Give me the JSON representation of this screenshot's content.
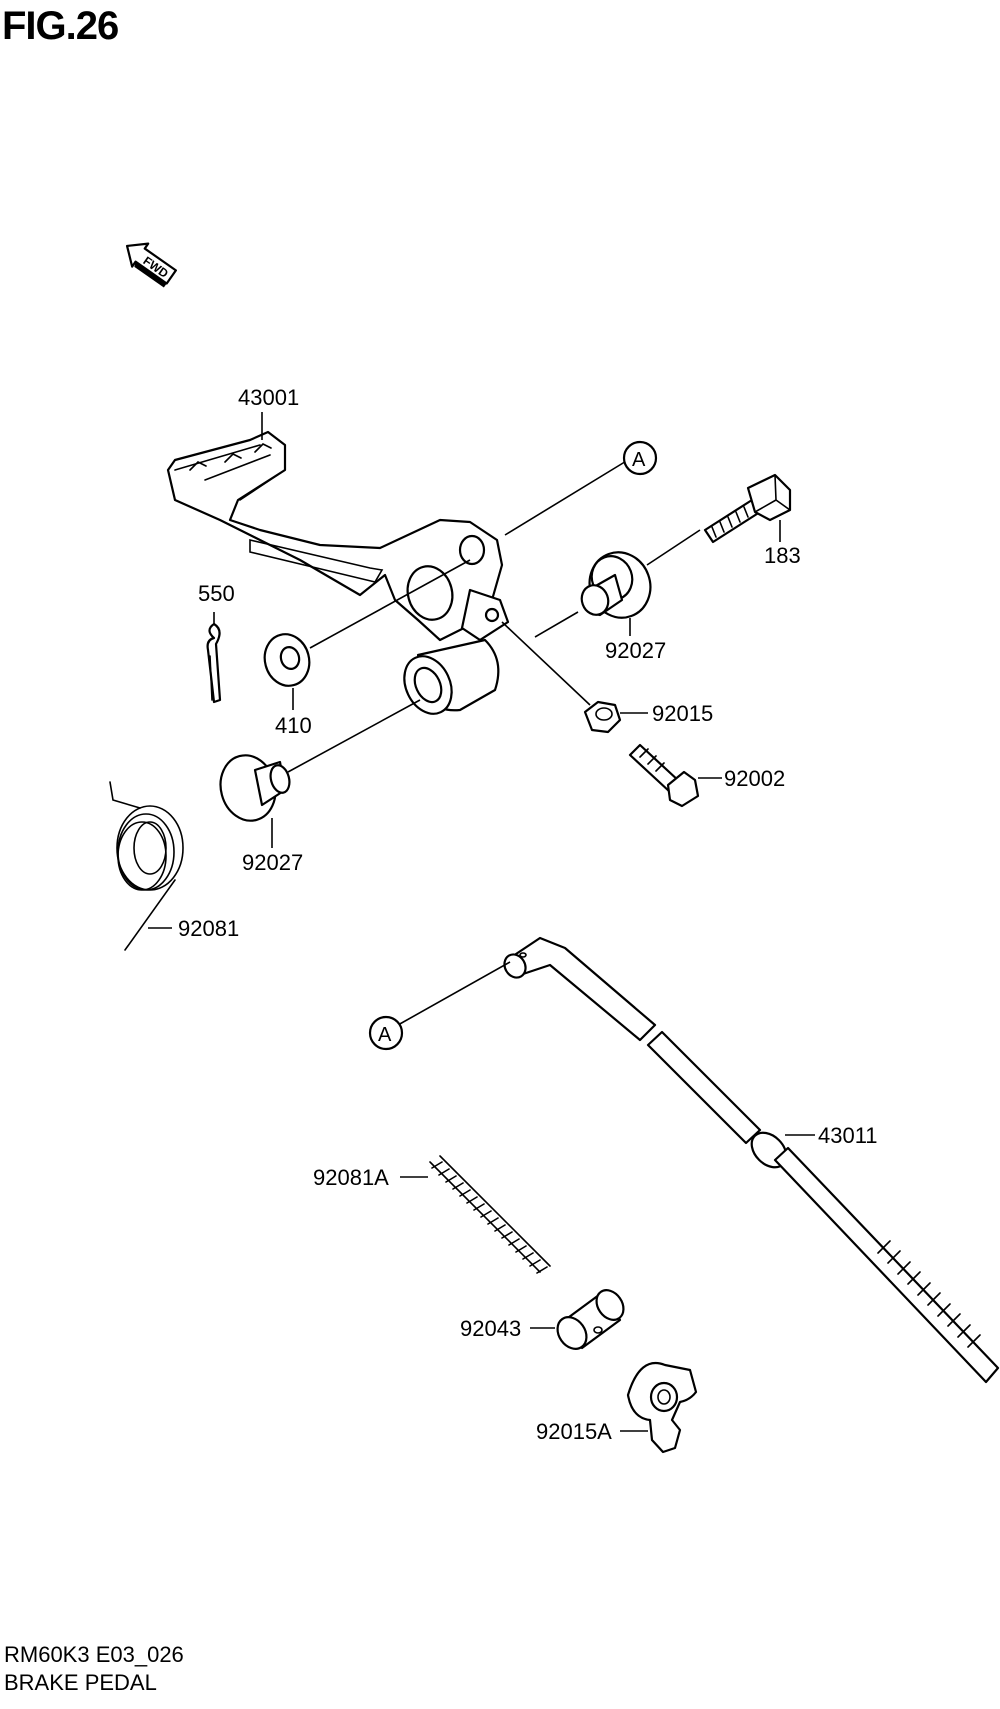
{
  "figure": {
    "title": "FIG.26",
    "code": "RM60K3 E03_026",
    "name": "BRAKE PEDAL"
  },
  "fwd_label": "FWD",
  "reference_marker": "A",
  "parts": {
    "p43001": "43001",
    "p183": "183",
    "p550": "550",
    "p410": "410",
    "p92027_upper": "92027",
    "p92015": "92015",
    "p92002": "92002",
    "p92027_lower": "92027",
    "p92081": "92081",
    "p43011": "43011",
    "p92081A": "92081A",
    "p92043": "92043",
    "p92015A": "92015A"
  }
}
